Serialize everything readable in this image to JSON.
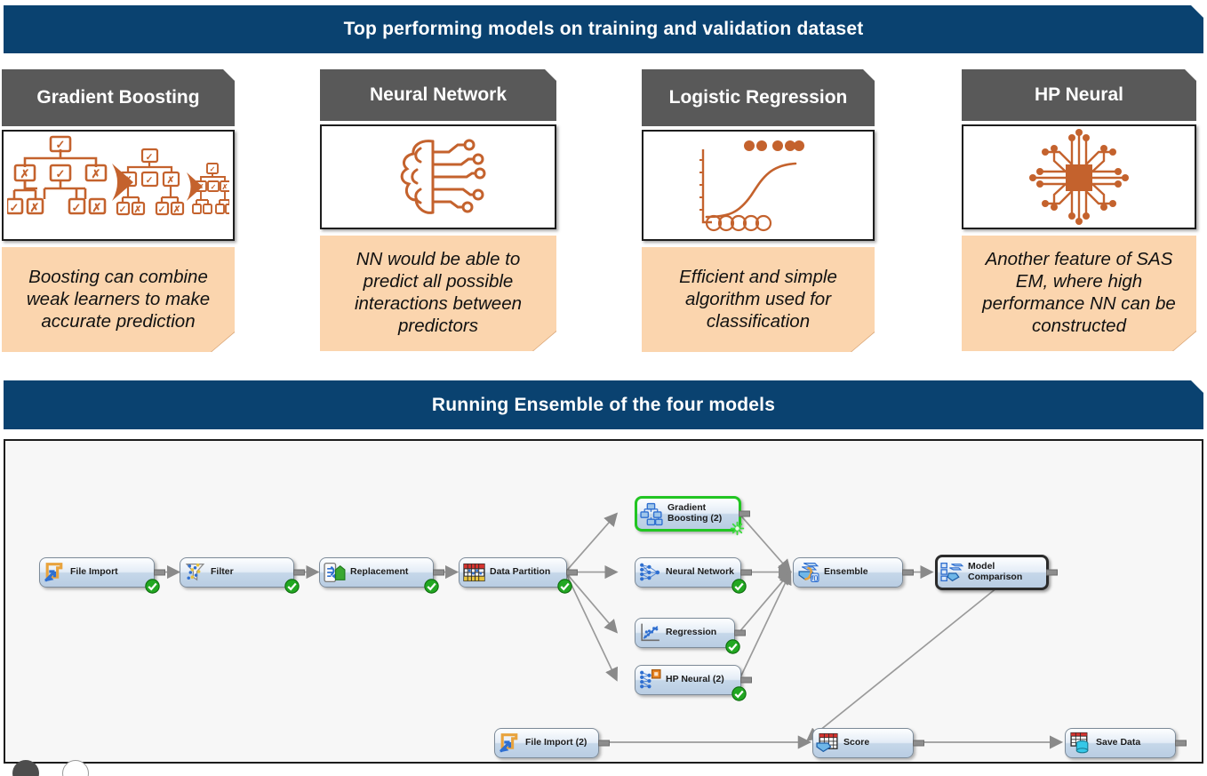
{
  "banners": {
    "top": "Top performing models on training and validation dataset",
    "middle": "Running Ensemble of the four models"
  },
  "colors": {
    "banner_navy": "#0a4270",
    "card_header_gray": "#595959",
    "note_peach": "#fbd5ae",
    "note_fold": "#d9a678",
    "icon_orange": "#c4622d",
    "node_check_green": "#22a722",
    "selected_green": "#22c522",
    "canvas_background": "#f7f7f7"
  },
  "cards": [
    {
      "title": "Gradient Boosting",
      "icon": "decision-trees-boosting-icon",
      "note": "Boosting can combine weak learners to make accurate prediction"
    },
    {
      "title": "Neural Network",
      "icon": "brain-circuit-icon",
      "note": "NN would be able to predict all possible interactions between predictors"
    },
    {
      "title": "Logistic Regression",
      "icon": "sigmoid-curve-chart-icon",
      "note": "Efficient and simple algorithm used for classification"
    },
    {
      "title": "HP Neural",
      "icon": "cpu-chip-network-icon",
      "note": "Another feature of SAS EM, where high performance NN can be constructed"
    }
  ],
  "diagram": {
    "nodes": [
      {
        "id": "file-import",
        "label": "File Import",
        "icon": "file-import-icon",
        "status": "complete",
        "state": "normal"
      },
      {
        "id": "filter",
        "label": "Filter",
        "icon": "filter-icon",
        "status": "complete",
        "state": "normal"
      },
      {
        "id": "replacement",
        "label": "Replacement",
        "icon": "replacement-icon",
        "status": "complete",
        "state": "normal"
      },
      {
        "id": "data-partition",
        "label": "Data Partition",
        "icon": "data-partition-icon",
        "status": "complete",
        "state": "normal"
      },
      {
        "id": "gradient-boosting-2",
        "label": "Gradient\nBoosting (2)",
        "icon": "gradient-boosting-icon",
        "status": "running",
        "state": "selected"
      },
      {
        "id": "neural-network",
        "label": "Neural Network",
        "icon": "neural-network-icon",
        "status": "complete",
        "state": "normal"
      },
      {
        "id": "regression",
        "label": "Regression",
        "icon": "regression-icon",
        "status": "complete",
        "state": "normal"
      },
      {
        "id": "hp-neural-2",
        "label": "HP Neural (2)",
        "icon": "hp-neural-icon",
        "status": "complete",
        "state": "normal"
      },
      {
        "id": "ensemble",
        "label": "Ensemble",
        "icon": "ensemble-icon",
        "status": "none",
        "state": "normal"
      },
      {
        "id": "model-comparison",
        "label": "Model\nComparison",
        "icon": "model-comparison-icon",
        "status": "none",
        "state": "framed"
      },
      {
        "id": "file-import-2",
        "label": "File Import (2)",
        "icon": "file-import-icon",
        "status": "none",
        "state": "normal"
      },
      {
        "id": "score",
        "label": "Score",
        "icon": "score-icon",
        "status": "none",
        "state": "normal"
      },
      {
        "id": "save-data",
        "label": "Save Data",
        "icon": "save-data-icon",
        "status": "none",
        "state": "normal"
      }
    ]
  }
}
